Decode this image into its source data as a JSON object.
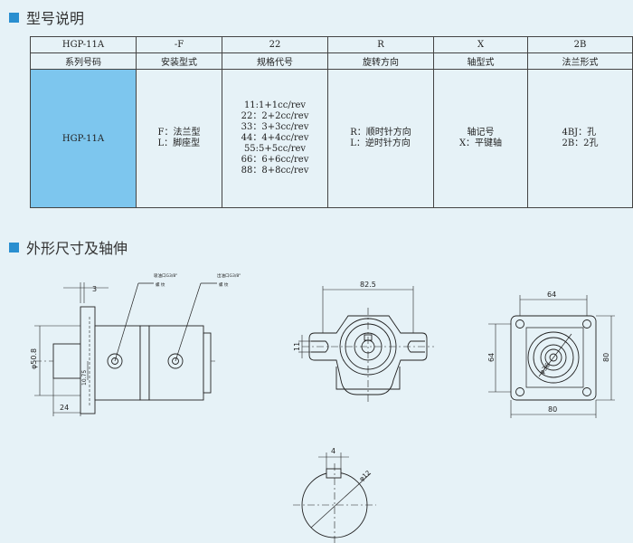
{
  "section1_title": "型号说明",
  "section2_title": "外形尺寸及轴伸",
  "header_codes": [
    "HGP-11A",
    "-F",
    "22",
    "R",
    "X",
    "2B"
  ],
  "header_names": [
    "系列号码",
    "安装型式",
    "规格代号",
    "旋转方向",
    "轴型式",
    "法兰形式"
  ],
  "series_value": "HGP-11A",
  "mount_options": [
    "F：法兰型",
    "L：脚座型"
  ],
  "displacement_options": [
    "11:1+1cc/rev",
    "22：2+2cc/rev",
    "33：3+3cc/rev",
    "44：4+4cc/rev",
    "55:5+5cc/rev",
    "66：6+6cc/rev",
    "88：8+8cc/rev"
  ],
  "rotation_options": [
    "R：顺时针方向",
    "L：逆时针方向"
  ],
  "shaft_options": [
    "轴记号",
    "X：平键轴"
  ],
  "flange_options": [
    "4BJ：孔",
    "2B：2孔"
  ],
  "dims": {
    "side_top": "3",
    "side_dia": "φ50.8",
    "side_offset": "10.75",
    "side_bottom": "24",
    "front_width": "82.5",
    "front_slot": "11",
    "rear_top": "64",
    "rear_left": "64",
    "rear_right": "80",
    "rear_bottom": "80",
    "rear_diag": "φ36",
    "shaft_key": "4",
    "shaft_dia": "φ12"
  },
  "port_labels": [
    "吸油口G3/8\"",
    "出油口G3/8\""
  ],
  "port_sub": [
    "螺    纹",
    "螺    纹"
  ]
}
